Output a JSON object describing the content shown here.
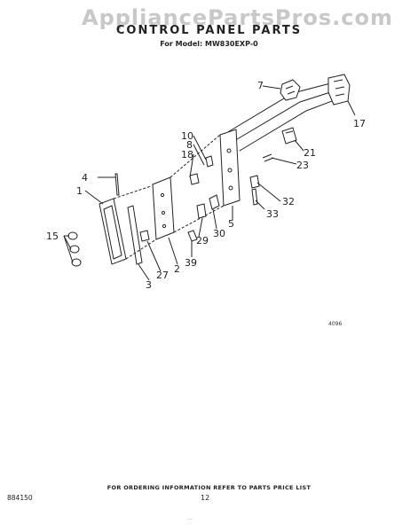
{
  "watermark": "AppliancePartsPros.com",
  "title": "CONTROL PANEL PARTS",
  "subtitle": "For Model: MW830EXP-0",
  "figure_code": "4096",
  "footer": "FOR ORDERING INFORMATION REFER TO PARTS PRICE LIST",
  "part_number": "884150",
  "page_number": "12",
  "scribble": "…",
  "callouts": [
    "7",
    "17",
    "10",
    "8",
    "18",
    "21",
    "23",
    "4",
    "1",
    "32",
    "33",
    "5",
    "30",
    "29",
    "15",
    "39",
    "2",
    "27",
    "3"
  ]
}
